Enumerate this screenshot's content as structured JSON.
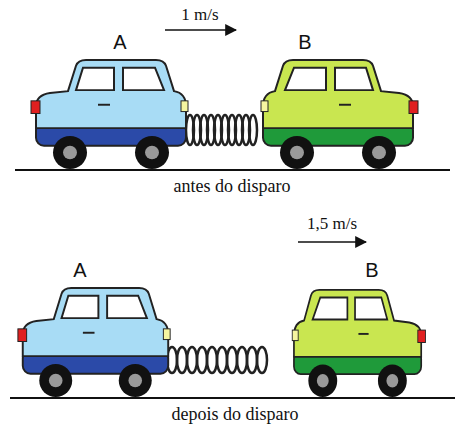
{
  "diagram": {
    "labels": [
      "1 m/s",
      "A",
      "B",
      "antes do disparo",
      "1,5 m/s",
      "A",
      "B",
      "depois do disparo"
    ]
  }
}
